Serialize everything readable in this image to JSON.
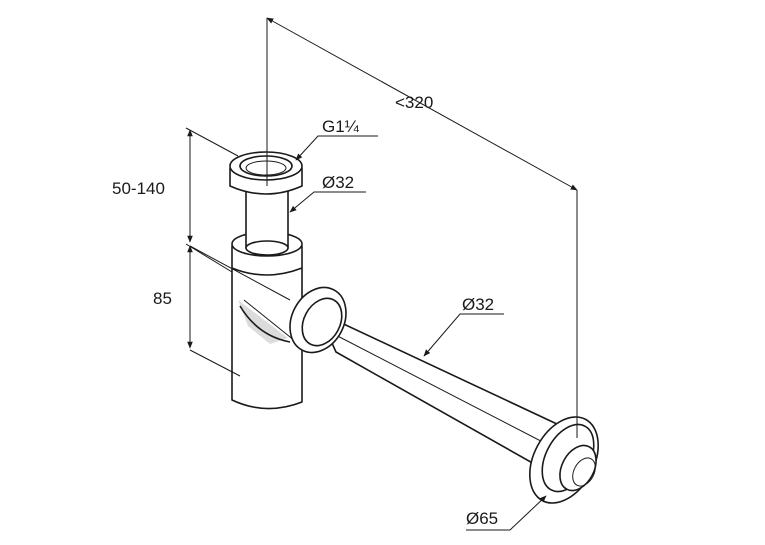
{
  "dimensions": {
    "total_length": "<320",
    "thread": "G1¼",
    "upper_tube_diameter": "Ø32",
    "adjust_height": "50-140",
    "bottle_height": "85",
    "horizontal_tube_diameter": "Ø32",
    "rosette_diameter": "Ø65"
  },
  "colors": {
    "line": "#1a1a1a",
    "shade": "#dcdcdc",
    "background": "#ffffff"
  }
}
